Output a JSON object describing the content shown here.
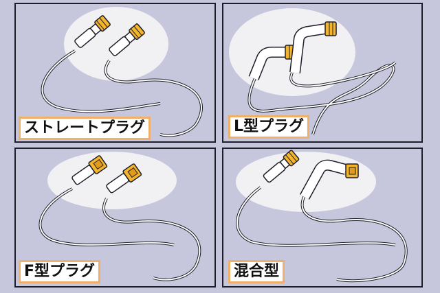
{
  "panels": [
    {
      "id": "straight",
      "label": "ストレートプラグ"
    },
    {
      "id": "l-type",
      "label": "L型プラグ"
    },
    {
      "id": "f-type",
      "label": "F型プラグ"
    },
    {
      "id": "mixed",
      "label": "混合型"
    }
  ],
  "colors": {
    "background": "#c6c7dc",
    "ellipse": "#f1f1f3",
    "connector_gold": "#f3b52c",
    "label_border": "#f0b06a",
    "outline": "#1e1e2a"
  }
}
